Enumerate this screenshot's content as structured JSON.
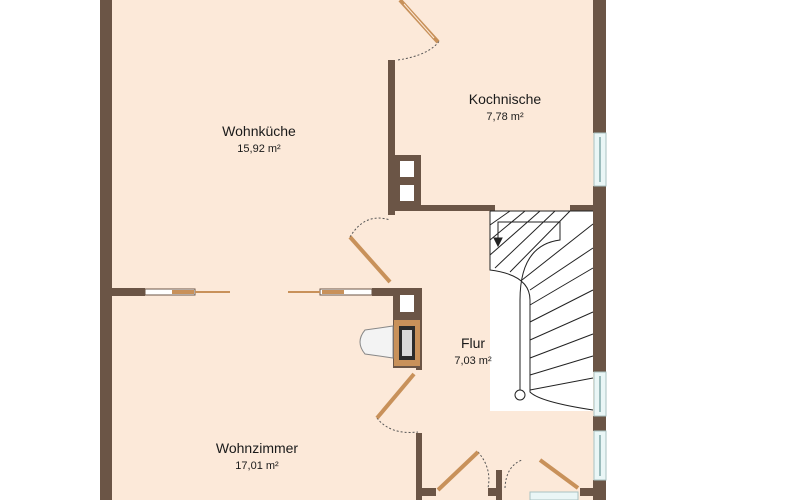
{
  "colors": {
    "floor": "#fce9d9",
    "wall": "#6b5546",
    "door": "#c8915a",
    "window_fill": "#eaf6f6",
    "stair_line": "#222222"
  },
  "rooms": [
    {
      "id": "wohnkueche",
      "name": "Wohnküche",
      "area": "15,92 m²"
    },
    {
      "id": "kochnische",
      "name": "Kochnische",
      "area": "7,78 m²"
    },
    {
      "id": "flur",
      "name": "Flur",
      "area": "7,03 m²"
    },
    {
      "id": "wohnzimmer",
      "name": "Wohnzimmer",
      "area": "17,01 m²"
    }
  ]
}
